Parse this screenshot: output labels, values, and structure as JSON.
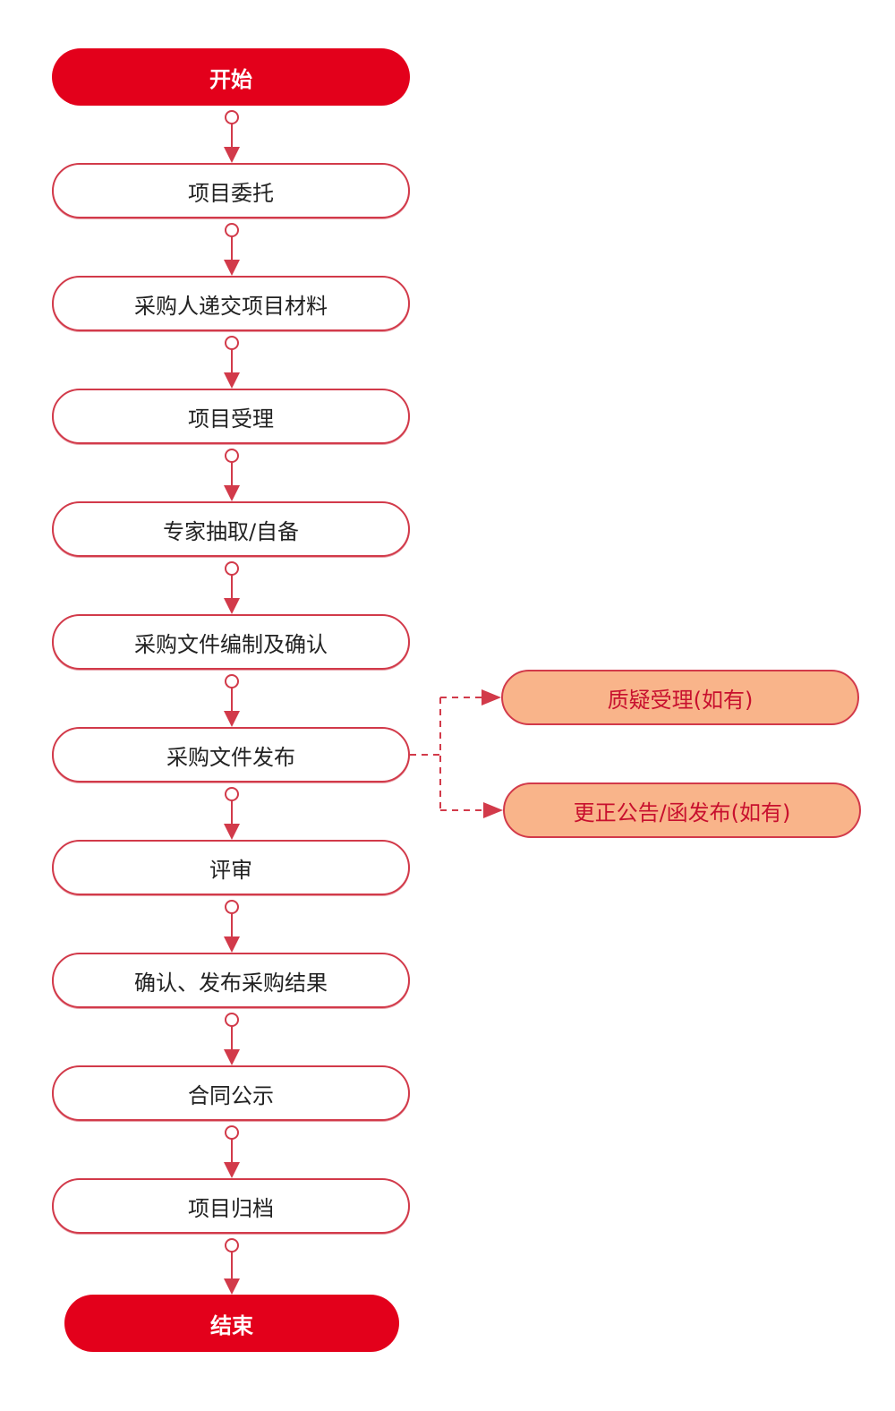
{
  "colors": {
    "terminal_fill": "#e3001b",
    "step_border": "#d23a4a",
    "side_fill": "#f9b48a",
    "side_text": "#c8102e",
    "connector": "#d23a4a"
  },
  "flow": {
    "start_label": "开始",
    "steps": [
      "项目委托",
      "采购人递交项目材料",
      "项目受理",
      "专家抽取/自备",
      "采购文件编制及确认",
      "采购文件发布",
      "评审",
      "确认、发布采购结果",
      "合同公示",
      "项目归档"
    ],
    "end_label": "结束"
  },
  "branches": [
    "质疑受理(如有)",
    "更正公告/函发布(如有)"
  ]
}
